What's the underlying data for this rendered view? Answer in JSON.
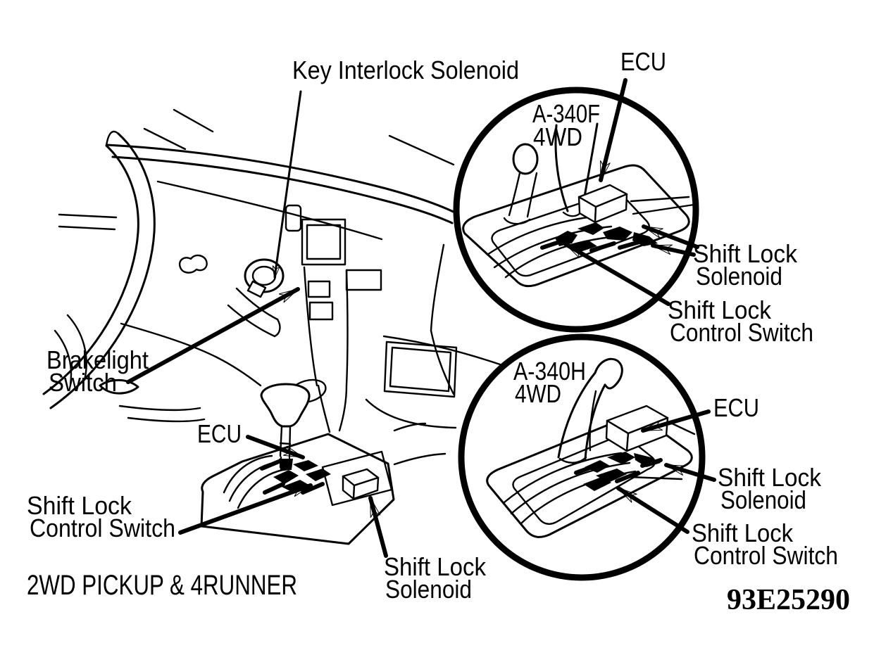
{
  "page": {
    "background": "#ffffff",
    "ink": "#000000"
  },
  "figure_id": "93E25290",
  "main_view": {
    "caption": "2WD PICKUP & 4RUNNER",
    "labels": {
      "key_interlock_solenoid": "Key Interlock Solenoid",
      "brakelight_switch": [
        "Brakelight",
        "Switch"
      ],
      "ecu": "ECU",
      "shift_lock_control_switch": [
        "Shift Lock",
        "Control Switch"
      ],
      "shift_lock_solenoid": [
        "Shift Lock",
        "Solenoid"
      ]
    }
  },
  "inset_a340f": {
    "title": [
      "A-340F",
      "4WD"
    ],
    "labels": {
      "ecu": "ECU",
      "shift_lock_solenoid": [
        "Shift Lock",
        "Solenoid"
      ],
      "shift_lock_control_switch": [
        "Shift Lock",
        "Control Switch"
      ]
    }
  },
  "inset_a340h": {
    "title": [
      "A-340H",
      "4WD"
    ],
    "labels": {
      "ecu": "ECU",
      "shift_lock_solenoid": [
        "Shift Lock",
        "Solenoid"
      ],
      "shift_lock_control_switch": [
        "Shift Lock",
        "Control Switch"
      ]
    }
  }
}
